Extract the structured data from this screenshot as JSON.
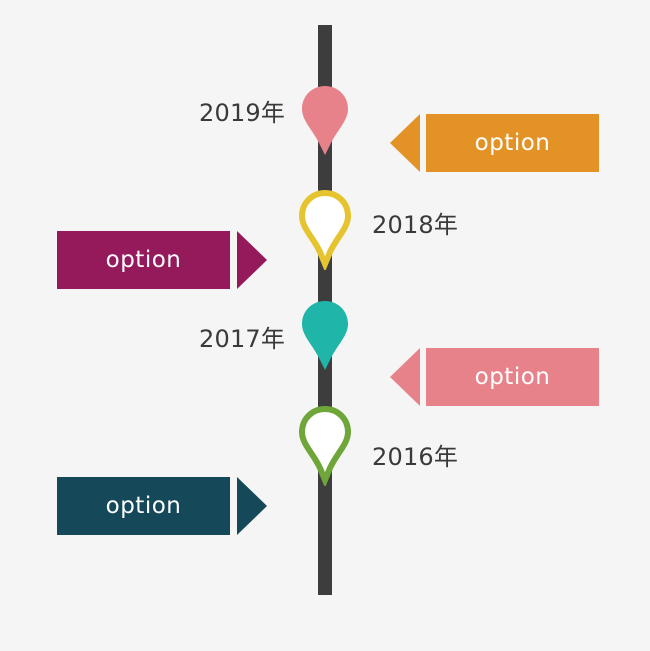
{
  "timeline": {
    "axis_color": "#3d3d3d",
    "entries": [
      {
        "year": "2019年",
        "pin_color": "#e8828a",
        "pin_style": "solid",
        "option": "option",
        "option_color": "#e39325",
        "option_side": "right"
      },
      {
        "year": "2018年",
        "pin_color": "#e6c430",
        "pin_style": "ring",
        "option": "option",
        "option_color": "#951a5c",
        "option_side": "left"
      },
      {
        "year": "2017年",
        "pin_color": "#1fb5a8",
        "pin_style": "solid",
        "option": "option",
        "option_color": "#e8828a",
        "option_side": "right"
      },
      {
        "year": "2016年",
        "pin_color": "#6fa63a",
        "pin_style": "ring",
        "option": "option",
        "option_color": "#15495a",
        "option_side": "left"
      }
    ]
  }
}
